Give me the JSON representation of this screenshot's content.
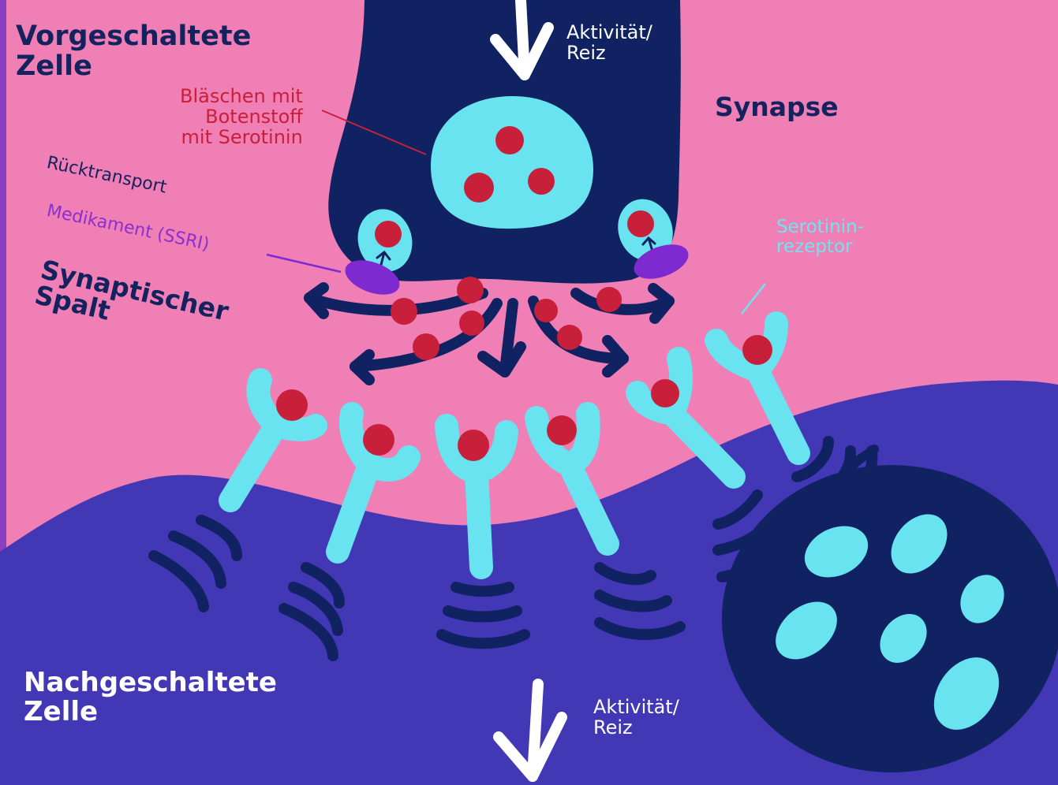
{
  "labels": {
    "presynaptic_cell": "Vorgeschaltete\nZelle",
    "postsynaptic_cell": "Nachgeschaltete\nZelle",
    "synapse": "Synapse",
    "synaptic_cleft": "Synaptischer\nSpalt",
    "vesicle": "Bläschen mit\nBotenstoff\nmit Serotinin",
    "reuptake": "Rücktransport",
    "medication": "Medikament (SSRI)",
    "receptor": "Serotinin-\nrezeptor",
    "activity_top": "Aktivität/\nReiz",
    "activity_bottom": "Aktivität/\nReiz"
  },
  "colors": {
    "background": "#ef7fb4",
    "presynaptic": "#102262",
    "postsynaptic": "#4237b5",
    "vesicle": "#68e3ef",
    "serotonin": "#c8203a",
    "ssri": "#7e2ad0",
    "text_dark": "#14235e",
    "text_red": "#c8203a",
    "text_purple": "#8a2fd0",
    "text_cyan": "#6fe4f0",
    "text_white": "#ffffff"
  }
}
